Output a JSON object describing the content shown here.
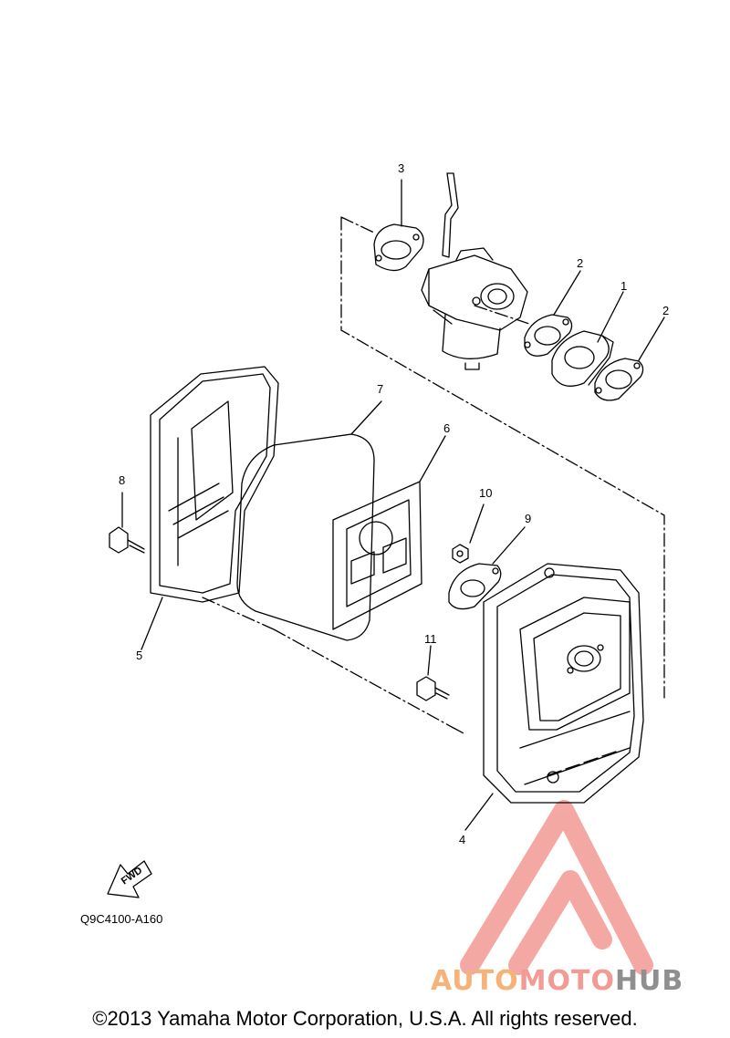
{
  "diagram": {
    "callouts": [
      {
        "id": "1",
        "text": "1"
      },
      {
        "id": "2a",
        "text": "2"
      },
      {
        "id": "2b",
        "text": "2"
      },
      {
        "id": "3",
        "text": "3"
      },
      {
        "id": "4",
        "text": "4"
      },
      {
        "id": "5",
        "text": "5"
      },
      {
        "id": "6",
        "text": "6"
      },
      {
        "id": "7",
        "text": "7"
      },
      {
        "id": "8",
        "text": "8"
      },
      {
        "id": "9",
        "text": "9"
      },
      {
        "id": "10",
        "text": "10"
      },
      {
        "id": "11",
        "text": "11"
      }
    ],
    "fwd_label": "FWD",
    "part_code": "Q9C4100-A160",
    "copyright": "©2013 Yamaha Motor Corporation, U.S.A. All rights reserved."
  },
  "watermark": {
    "word_1": "AUTO",
    "word_2": "MOTO",
    "word_3": "HUB",
    "colors": {
      "triangle": "#f39a94",
      "auto": "#f7b27a",
      "hub": "#8f8f8f"
    }
  }
}
